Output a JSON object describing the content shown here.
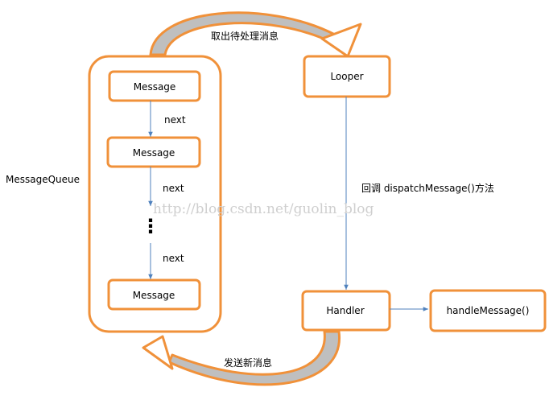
{
  "colors": {
    "orange": "#F0913A",
    "gray": "#BFBFBF",
    "arrow": "#4F81BD",
    "text": "#000000"
  },
  "diagram": {
    "queue_label": "MessageQueue",
    "messages": [
      "Message",
      "Message",
      "Message"
    ],
    "next_labels": [
      "next",
      "next",
      "next"
    ],
    "ellipsis": "⋮",
    "looper": "Looper",
    "handler": "Handler",
    "handle_message": "handleMessage()",
    "fetch_label": "取出待处理消息",
    "dispatch_label": "回调 dispatchMessage()方法",
    "send_label": "发送新消息",
    "watermark": "http://blog.csdn.net/guolin_blog"
  }
}
